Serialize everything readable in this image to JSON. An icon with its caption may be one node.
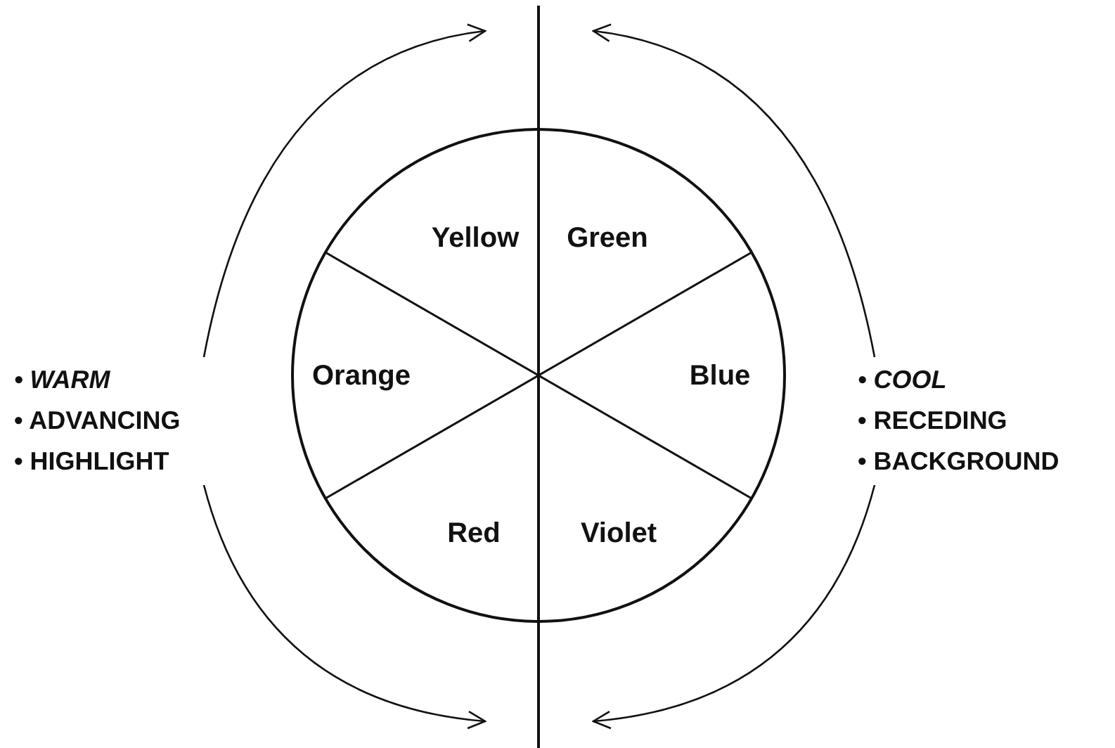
{
  "diagram": {
    "nodes": [
      {
        "text": [],
        "shape": "circle"
      },
      {
        "text": [
          "Yellow"
        ],
        "in": 0
      },
      {
        "text": [
          "Green"
        ],
        "in": 0
      },
      {
        "text": [
          "Blue"
        ],
        "in": 0
      },
      {
        "text": [
          "Violet"
        ],
        "in": 0
      },
      {
        "text": [
          "Red"
        ],
        "in": 0
      },
      {
        "text": [
          "Orange"
        ],
        "in": 0
      },
      {
        "text": [
          "• WARM",
          "• ADVANCING",
          "• HIGHLIGHT"
        ]
      },
      {
        "text": [
          "• COOL",
          "• RECEDING",
          "• BACKGROUND"
        ]
      }
    ],
    "edges": [
      {
        "from": 7,
        "to": null,
        "arrow": "to"
      },
      {
        "from": 7,
        "to": null,
        "arrow": "to"
      },
      {
        "from": 8,
        "to": null,
        "arrow": "to"
      },
      {
        "from": 8,
        "to": null,
        "arrow": "to"
      }
    ]
  }
}
